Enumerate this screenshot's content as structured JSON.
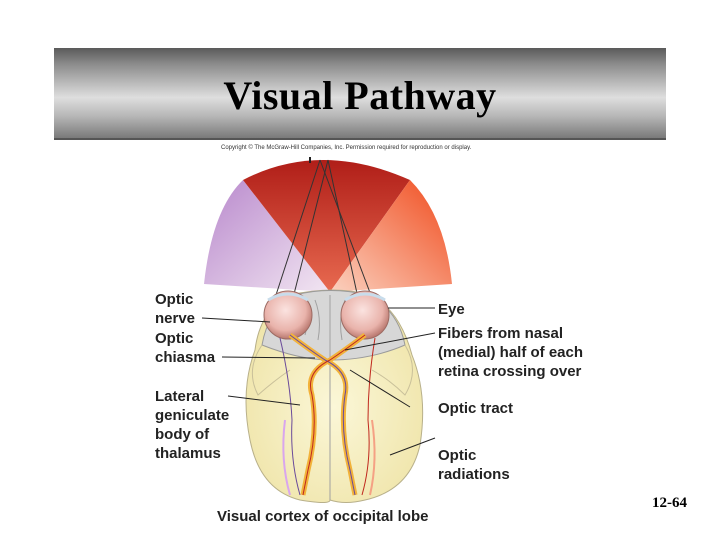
{
  "slide": {
    "title": "Visual Pathway",
    "copyright": "Copyright © The McGraw-Hill Companies, Inc. Permission required for reproduction or display.",
    "page_number": "12-64"
  },
  "labels": {
    "optic_nerve": [
      "Optic",
      "nerve"
    ],
    "optic_chiasma": [
      "Optic",
      "chiasma"
    ],
    "lateral_geniculate": [
      "Lateral",
      "geniculate",
      "body of",
      "thalamus"
    ],
    "eye": "Eye",
    "fibers_nasal": [
      "Fibers from nasal",
      "(medial) half of each",
      "retina crossing over"
    ],
    "optic_tract": "Optic tract",
    "optic_radiations": [
      "Optic",
      "radiations"
    ],
    "visual_cortex": "Visual cortex of occipital lobe"
  },
  "colors": {
    "field_center": "#c0281e",
    "field_left": "#c79ad6",
    "field_right": "#f25a2a",
    "brain": "#f7f1c4",
    "pathway": "#f2b23a"
  }
}
